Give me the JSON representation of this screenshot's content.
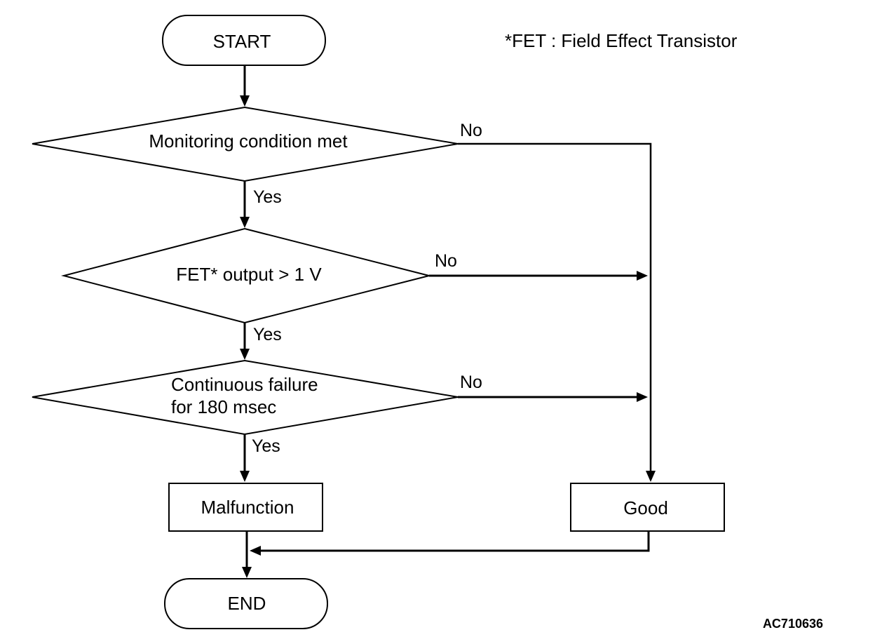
{
  "note": "*FET : Field Effect Transistor",
  "figure_code": "AC710636",
  "nodes": {
    "start": "START",
    "decision1": "Monitoring condition met",
    "decision2": "FET* output > 1 V",
    "decision3_line1": "Continuous failure",
    "decision3_line2": "for 180 msec",
    "malfunction": "Malfunction",
    "good": "Good",
    "end": "END"
  },
  "branches": {
    "decision1_yes": "Yes",
    "decision1_no": "No",
    "decision2_yes": "Yes",
    "decision2_no": "No",
    "decision3_yes": "Yes",
    "decision3_no": "No"
  }
}
